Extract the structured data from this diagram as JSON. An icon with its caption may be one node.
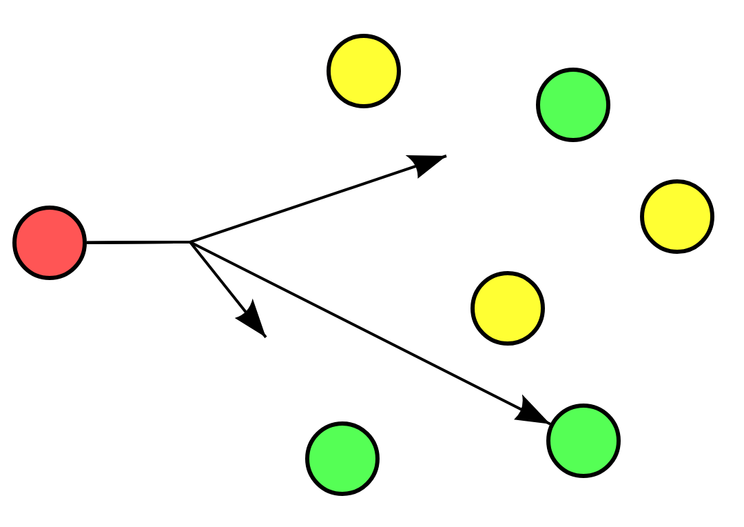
{
  "diagram": {
    "nodes": [
      {
        "text": [],
        "shape": "circle"
      },
      {
        "text": [],
        "shape": "circle"
      },
      {
        "text": [],
        "shape": "circle"
      },
      {
        "text": [],
        "shape": "circle"
      },
      {
        "text": [],
        "shape": "circle"
      },
      {
        "text": [],
        "shape": "circle"
      },
      {
        "text": [],
        "shape": "circle"
      }
    ],
    "edges": [
      {
        "from": 3,
        "to": null,
        "arrow": "to"
      },
      {
        "from": 3,
        "to": null,
        "arrow": "to"
      },
      {
        "from": 3,
        "to": 5,
        "arrow": "to"
      }
    ]
  }
}
